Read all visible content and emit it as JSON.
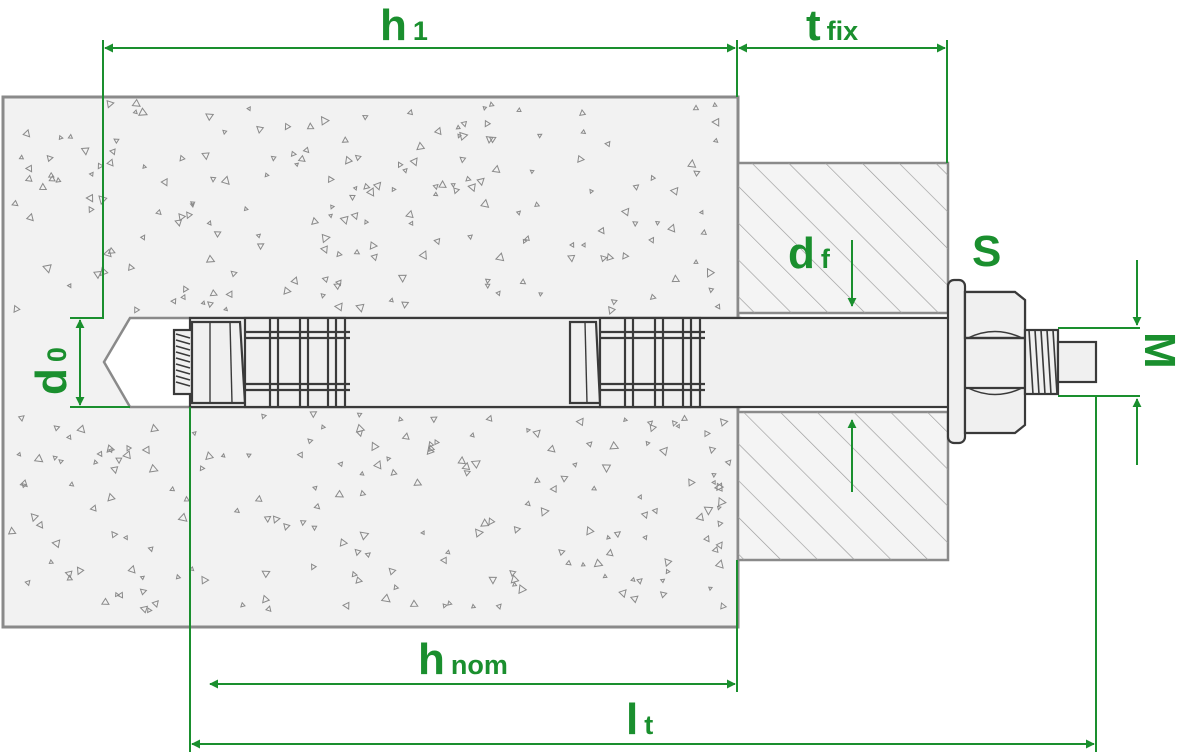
{
  "colors": {
    "dimension": "#1a8f2e",
    "outline": "#8a8a8a",
    "concrete_fill": "#f2f2f2",
    "fixture_fill": "#f4f4f4",
    "hatch": "#9a9a9a",
    "metal": "#f0f0f0",
    "metal_line": "#3a3a3a"
  },
  "labels": {
    "h1": {
      "main": "h",
      "sub": "1"
    },
    "tfix": {
      "main": "t",
      "sub": "fix"
    },
    "df": {
      "main": "d",
      "sub": "f"
    },
    "S": {
      "main": "S"
    },
    "d0": {
      "main": "d",
      "sub": "0"
    },
    "M": {
      "main": "M"
    },
    "hnom": {
      "main": "h",
      "sub": "nom"
    },
    "lt": {
      "main": "l",
      "sub": "t"
    }
  }
}
